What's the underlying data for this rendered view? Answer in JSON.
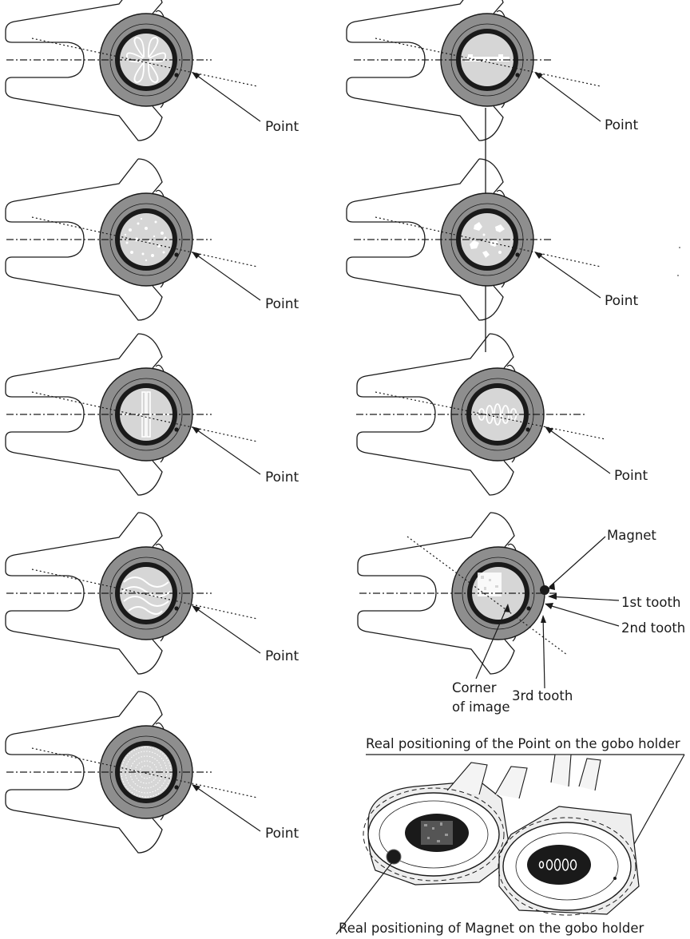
{
  "labels": {
    "point": "Point",
    "magnet": "Magnet",
    "first_tooth": "1st tooth",
    "second_tooth": "2nd tooth",
    "third_tooth": "3rd tooth",
    "corner_line1": "Corner",
    "corner_line2": "of image",
    "real_point": "Real positioning of the Point on the gobo holder",
    "real_magnet": "Real positioning of Magnet on the gobo holder"
  },
  "photo": {
    "left_gobo_pattern": "noise-texture",
    "right_gobo_pattern": "0 0000"
  },
  "colors": {
    "ring": "#8e8e8e",
    "lens": "#d6d6d6",
    "outline": "#1a1a1a"
  }
}
